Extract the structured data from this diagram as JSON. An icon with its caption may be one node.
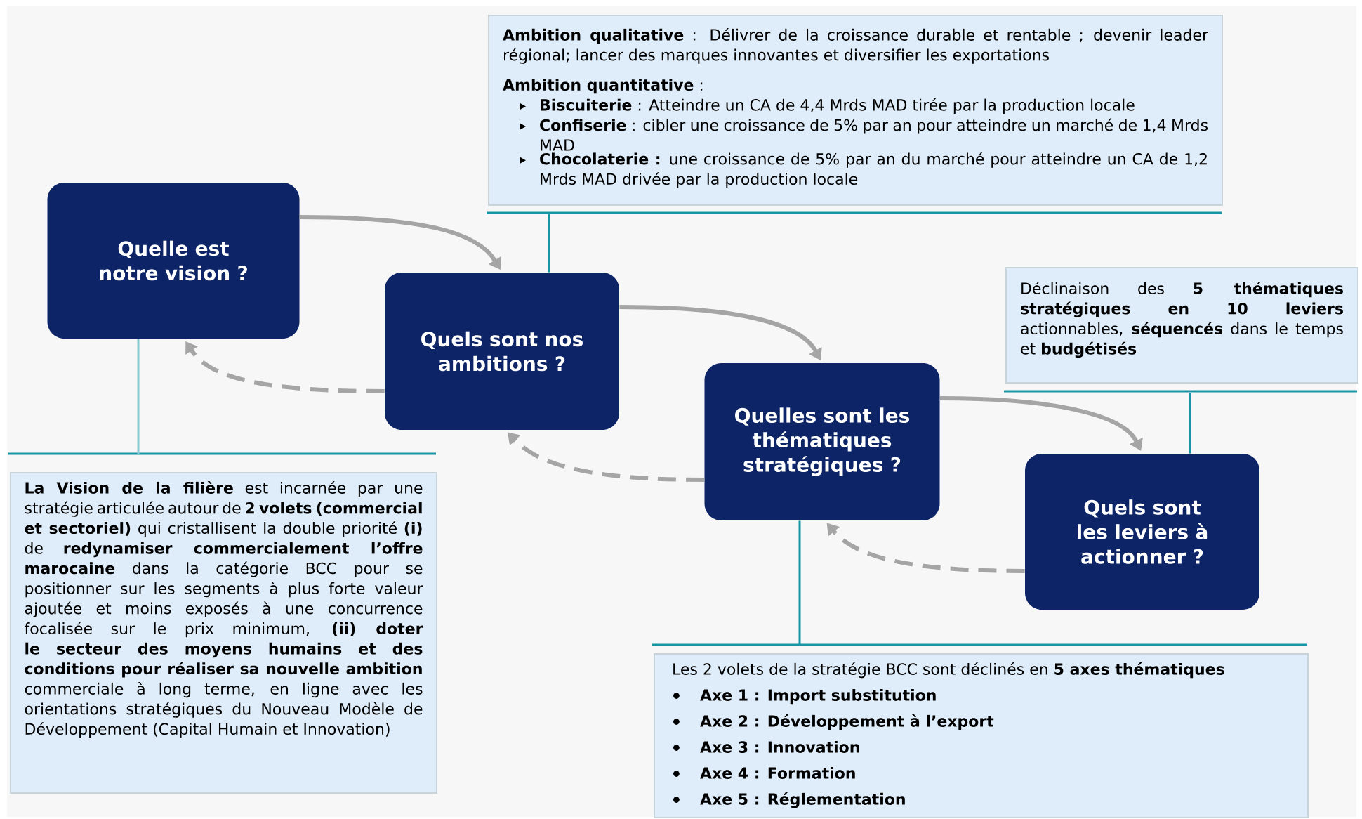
{
  "diagram": {
    "nodes": [
      {
        "text": [
          "Quelle est notre vision ?"
        ]
      },
      {
        "text": [
          "Quels sont nos ambitions ?"
        ]
      },
      {
        "text": [
          "Quelles sont les thématiques stratégiques ?"
        ]
      },
      {
        "text": [
          "Quels sont les leviers à actionner ?"
        ]
      },
      {
        "text": [
          "**Ambition qualitative** : Délivrer de la croissance durable et rentable ; devenir leader régional; lancer des marques innovantes et diversifier les exportations",
          "**Ambition quantitative** :",
          "**Biscuiterie** : Atteindre un CA de 4,4 Mrds MAD tirée par la production locale",
          "**Confiserie** : cibler une croissance de 5% par an pour atteindre un marché de 1,4 Mrds MAD",
          "**Chocolaterie :** une croissance de 5% par an du marché pour atteindre un CA de 1,2 Mrds MAD drivée par la production locale"
        ]
      },
      {
        "text": [
          "**La Vision de la filière** est incarnée par une stratégie articulée autour de **2 volets (commercial et sectoriel)** qui cristallisent la double priorité **(i)** de **redynamiser commercialement l’offre marocaine** dans la catégorie BCC pour se positionner sur les segments à plus forte valeur ajoutée et moins exposés à une concurrence focalisée sur le prix minimum, **(ii) doter le secteur des moyens humains et des conditions pour réaliser sa nouvelle ambition** commerciale à long terme, en ligne avec les orientations stratégiques du Nouveau Modèle de Développement (Capital Humain et Innovation)"
        ]
      },
      {
        "text": [
          "Déclinaison des **5 thématiques stratégiques en 10 leviers** actionnables, **séquencés** dans le temps et **budgétisés**"
        ]
      },
      {
        "text": [
          "Les 2 volets de la stratégie BCC sont déclinés en **5 axes thématiques**",
          "Axe 1 : Import substitution",
          "Axe 2 : Développement à l’export",
          "Axe 3 : Innovation",
          "Axe 4 : Formation",
          "Axe 5 : Réglementation"
        ]
      }
    ],
    "edges": [
      {
        "from": 0,
        "to": 1,
        "arrow": "to"
      },
      {
        "from": 1,
        "to": 0,
        "arrow": "to",
        "style": "dashed"
      },
      {
        "from": 1,
        "to": 2,
        "arrow": "to"
      },
      {
        "from": 2,
        "to": 1,
        "arrow": "to",
        "style": "dashed"
      },
      {
        "from": 2,
        "to": 3,
        "arrow": "to"
      },
      {
        "from": 3,
        "to": 2,
        "arrow": "to",
        "style": "dashed"
      },
      {
        "from": 0,
        "to": 5,
        "arrow": "none",
        "color": "#86c9cf"
      },
      {
        "from": 1,
        "to": 4,
        "arrow": "none",
        "color": "#1996a3"
      },
      {
        "from": 2,
        "to": 7,
        "arrow": "none",
        "color": "#1996a3"
      },
      {
        "from": 3,
        "to": 6,
        "arrow": "none",
        "color": "#1996a3"
      }
    ]
  }
}
